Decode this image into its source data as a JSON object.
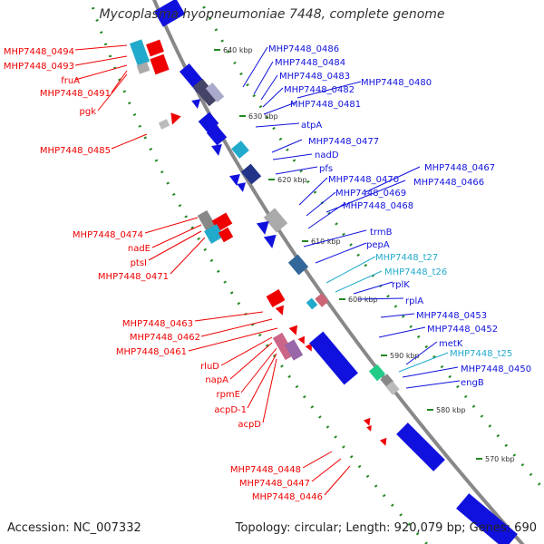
{
  "title": "Mycoplasma hyopneumoniae 7448, complete genome",
  "footer": {
    "accession": "Accession: NC_007332",
    "topology": "Topology: circular; Length: 920,079 bp; Genes: 690"
  },
  "colors": {
    "reverse_strand": "#ee0000",
    "forward_strand": "#1111dd",
    "trna": "#22aacc",
    "backbone": "#888888",
    "ticks": "#228822"
  },
  "kbp_ticks": [
    "640 kbp",
    "630 kbp",
    "620 kbp",
    "610 kbp",
    "600 kbp",
    "590 kbp",
    "580 kbp",
    "570 kbp"
  ],
  "left_labels": [
    "MHP7448_0494",
    "MHP7448_0493",
    "fruA",
    "MHP7448_0491",
    "pgk",
    "MHP7448_0485",
    "MHP7448_0474",
    "nadE",
    "ptsI",
    "MHP7448_0471",
    "MHP7448_0463",
    "MHP7448_0462",
    "MHP7448_0461",
    "rluD",
    "napA",
    "rpmE",
    "acpD-1",
    "acpD",
    "MHP7448_0448",
    "MHP7448_0447",
    "MHP7448_0446"
  ],
  "right_labels": [
    "MHP7448_0486",
    "MHP7448_0484",
    "MHP7448_0483",
    "MHP7448_0482",
    "MHP7448_0480",
    "MHP7448_0481",
    "atpA",
    "MHP7448_0477",
    "nadD",
    "pfs",
    "MHP7448_0470",
    "MHP7448_0467",
    "MHP7448_0466",
    "MHP7448_0469",
    "MHP7448_0468",
    "trmB",
    "pepA",
    "MHP7448_t27",
    "MHP7448_t26",
    "rplK",
    "rplA",
    "MHP7448_0453",
    "MHP7448_0452",
    "metK",
    "MHP7448_t25",
    "MHP7448_0450",
    "engB"
  ]
}
